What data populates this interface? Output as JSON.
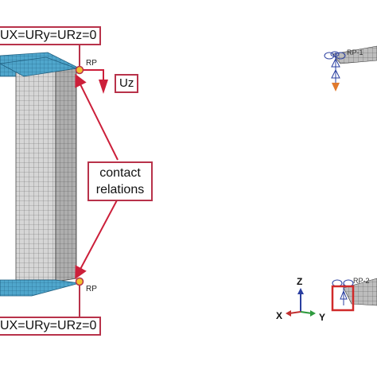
{
  "boundary_top": "UX=URy=URz=0",
  "boundary_bottom": "UX=URy=URz=0",
  "rp_top": "RP",
  "rp_bottom": "RP",
  "load_label": "Uz",
  "contact_label": "contact relations",
  "axes": {
    "z": "Z",
    "x": "X",
    "y": "Y"
  },
  "right_rp_top": "RP-1",
  "right_rp_bottom": "RP-2",
  "colors": {
    "label_border": "#b8324a",
    "arrow_red": "#cc1f3a",
    "mesh_face": "#d9d9d9",
    "mesh_top": "#4aa3c8",
    "rp_dot": "#f2c230"
  }
}
